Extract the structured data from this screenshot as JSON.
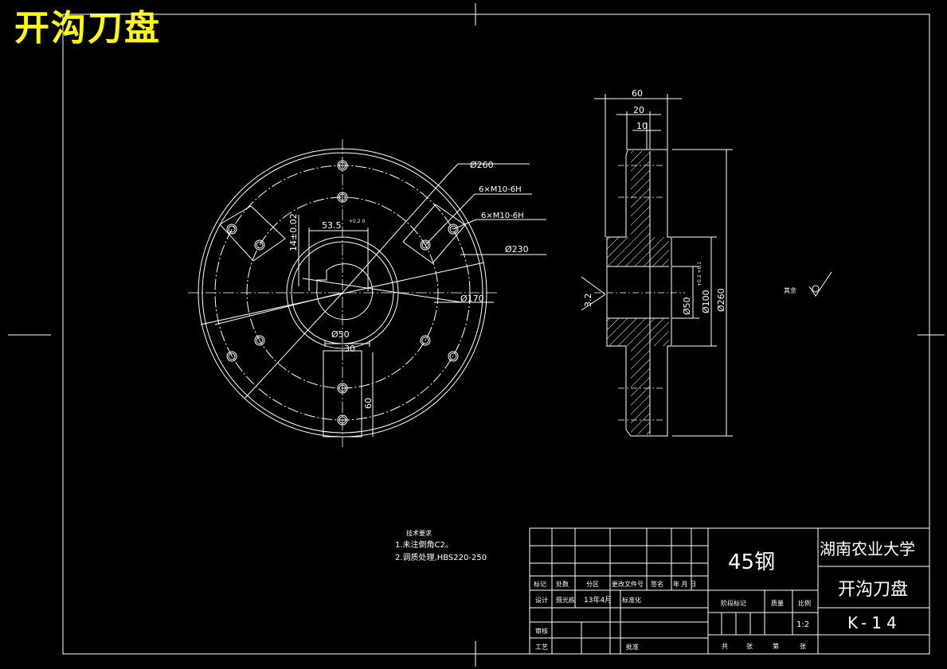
{
  "drawing_title": "开沟刀盘",
  "front_view": {
    "dia_outer": "Ø260",
    "holes_outer": "6×M10-6H",
    "holes_inner": "6×M10-6H",
    "dia_bolt_circle": "Ø230",
    "dia_hub": "Ø170",
    "dia_bore": "Ø50",
    "keyway_depth": "53.5",
    "keyway_depth_tol": "+0.2\n0",
    "keyway_width": "14±0.02",
    "slot_width": "30",
    "slot_length": "60"
  },
  "side_view": {
    "overall_width": "60",
    "hub_width": "20",
    "flange_width": "10",
    "roughness": "3.2",
    "dia_bore": "Ø50",
    "dia_bore_tol": "+0.2\n+0.1",
    "dia_hub": "Ø100",
    "dia_outer": "Ø260"
  },
  "roughness_note": "其余",
  "tech_requirements": {
    "heading": "技术要求",
    "line1": "1.未注倒角C2。",
    "line2": "2.调质处理,HBS220-250"
  },
  "title_block": {
    "material": "45钢",
    "school": "湖南农业大学",
    "part_name": "开沟刀盘",
    "drawing_no": "K-14",
    "h_mark": "标记",
    "h_count": "处数",
    "h_zone": "分区",
    "h_doc": "更改文件号",
    "h_sign": "签名",
    "h_date": "年 月 日",
    "r_design": "设计",
    "designer": "聂光栋",
    "design_date": "13年4月",
    "r_standard": "标准化",
    "r_review": "审核",
    "r_process": "工艺",
    "r_approve": "批准",
    "h_stage": "阶段标记",
    "h_mass": "质量",
    "h_scale": "比例",
    "scale": "1:2",
    "sheets_total": "共",
    "sheets_zhang": "张",
    "sheet_no": "第",
    "sheet_zhang": "张"
  }
}
